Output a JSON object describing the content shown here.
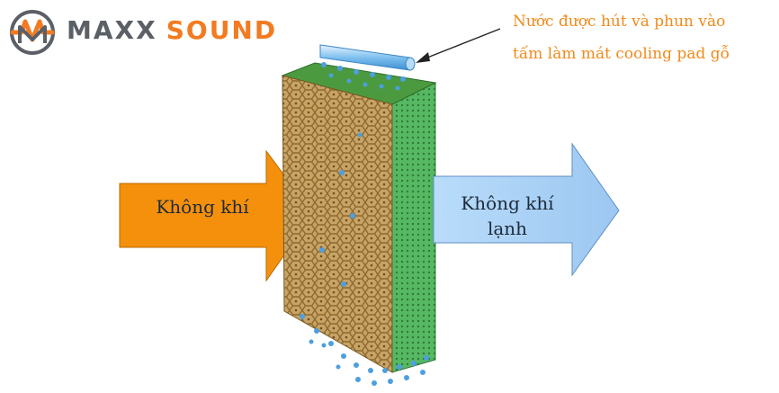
{
  "logo": {
    "word1": "MAXX",
    "word2": "SOUND",
    "colors": {
      "dark": "#5b5f66",
      "accent": "#f27b21"
    }
  },
  "annotation": {
    "line1": "Nước được hút và phun vào",
    "line2": "tấm làm mát cooling pad gỗ",
    "color": "#f08a1c"
  },
  "arrow_in": {
    "label": "Không khí",
    "color": "#f5900c"
  },
  "arrow_out": {
    "line1": "Không khí",
    "line2": "lạnh",
    "color": "#a9cff5"
  },
  "pad": {
    "color": "#c9a86a",
    "side_color": "#4fae5b",
    "water_color": "#4d9fe0"
  }
}
